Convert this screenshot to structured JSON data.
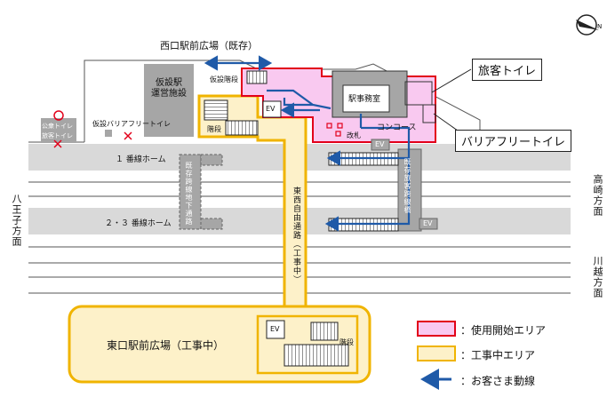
{
  "labels": {
    "west_plaza": "西口駅前広場（既存）",
    "temp_station_bldg": "仮設駅\n運営施設",
    "temp_stairs_top": "仮設階段",
    "station_office": "駅事務室",
    "concourse": "コンコース",
    "ticket_gate": "改札",
    "ev": "EV",
    "stairs": "階段",
    "public_toilet": "公衆トイレ",
    "tourist_toilet_small": "旅客トイレ",
    "temp_barrierfree_toilet": "仮設バリアフリートイレ",
    "platform_1": "１ 番線ホーム",
    "platform_23": "２・３ 番線ホーム",
    "temp_bridge_left": "既存跨線地下通路",
    "free_passage": "東西自由通路（工事中）",
    "temp_bridge_right": "既存旅客跨線橋",
    "east_plaza": "東口駅前広場（工事中）",
    "dir_hachioji": "八王子方面",
    "dir_takasaki": "高崎方面",
    "dir_kawagoe": "川越方面",
    "callout_toilet": "旅客トイレ",
    "callout_barrierfree": "バリアフリートイレ",
    "north": "N"
  },
  "legend": [
    {
      "label": "：使用開始エリア",
      "color": "#f9c9f0",
      "border": "#e2001a"
    },
    {
      "label": "：工事中エリア",
      "color": "#fdf1c9",
      "border": "#f0b400"
    },
    {
      "label": "：お客さま動線",
      "color": "#1f5aa8"
    }
  ],
  "colors": {
    "new_area_fill": "#f9c9f0",
    "new_area_border": "#e2001a",
    "construction_fill": "#fdf1c9",
    "construction_border": "#f0b400",
    "flow": "#1f5aa8",
    "platform": "#d9d9d9",
    "building": "#a6a6a6"
  }
}
